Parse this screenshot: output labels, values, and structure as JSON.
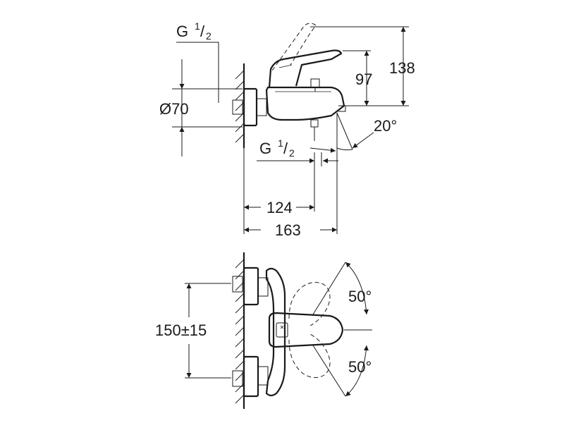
{
  "side_view": {
    "thread_top": {
      "prefix": "G ",
      "num": "1",
      "den": "2"
    },
    "thread_bottom": {
      "prefix": "G ",
      "num": "1",
      "den": "2"
    },
    "diameter": "Ø70",
    "dim_97": "97",
    "dim_138": "138",
    "angle": "20°",
    "dim_124": "124",
    "dim_163": "163"
  },
  "front_view": {
    "spacing": "150±15",
    "angle_top": "50°",
    "angle_bottom": "50°"
  },
  "colors": {
    "line": "#1a1a1a",
    "background": "#ffffff"
  }
}
